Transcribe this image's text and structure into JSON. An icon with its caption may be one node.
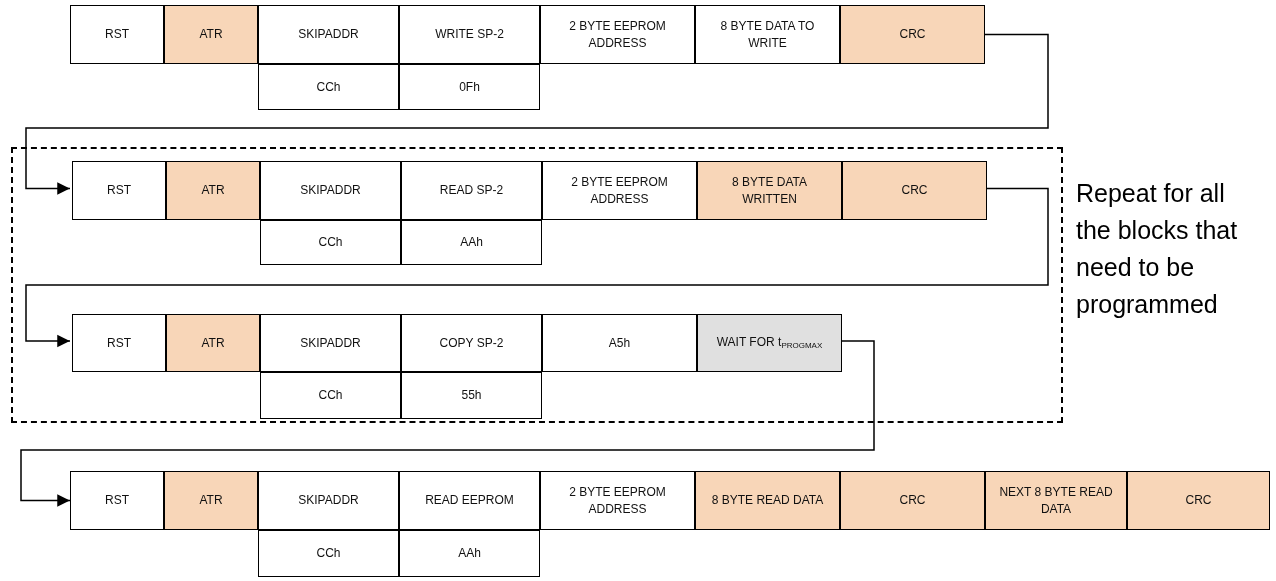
{
  "diagram": {
    "nodes": [
      {
        "text": [
          "RST"
        ]
      },
      {
        "text": [
          "ATR"
        ]
      },
      {
        "text": [
          "SKIPADDR"
        ]
      },
      {
        "text": [
          "WRITE SP-2"
        ]
      },
      {
        "text": [
          "2 BYTE EEPROM ADDRESS"
        ]
      },
      {
        "text": [
          "8 BYTE DATA TO WRITE"
        ]
      },
      {
        "text": [
          "CRC"
        ]
      },
      {
        "text": [
          "CCh"
        ]
      },
      {
        "text": [
          "0Fh"
        ]
      },
      {
        "text": [],
        "shape": "box",
        "beside": [
          "Repeat for all the blocks that need to be programmed"
        ]
      },
      {
        "text": [
          "RST"
        ],
        "in": 9
      },
      {
        "text": [
          "ATR"
        ],
        "in": 9
      },
      {
        "text": [
          "SKIPADDR"
        ],
        "in": 9
      },
      {
        "text": [
          "READ SP-2"
        ],
        "in": 9
      },
      {
        "text": [
          "2 BYTE EEPROM ADDRESS"
        ],
        "in": 9
      },
      {
        "text": [
          "8 BYTE DATA WRITTEN"
        ],
        "in": 9
      },
      {
        "text": [
          "CRC"
        ],
        "in": 9
      },
      {
        "text": [
          "CCh"
        ],
        "in": 9
      },
      {
        "text": [
          "AAh"
        ],
        "in": 9
      },
      {
        "text": [
          "RST"
        ],
        "in": 9
      },
      {
        "text": [
          "ATR"
        ],
        "in": 9
      },
      {
        "text": [
          "SKIPADDR"
        ],
        "in": 9
      },
      {
        "text": [
          "COPY SP-2"
        ],
        "in": 9
      },
      {
        "text": [
          "A5h"
        ],
        "in": 9
      },
      {
        "text": [
          "WAIT FOR t$_{PROGMAX}$"
        ],
        "in": 9
      },
      {
        "text": [
          "CCh"
        ],
        "in": 9
      },
      {
        "text": [
          "55h"
        ],
        "in": 9
      },
      {
        "text": [
          "RST"
        ]
      },
      {
        "text": [
          "ATR"
        ]
      },
      {
        "text": [
          "SKIPADDR"
        ]
      },
      {
        "text": [
          "READ EEPROM"
        ]
      },
      {
        "text": [
          "2 BYTE EEPROM ADDRESS"
        ]
      },
      {
        "text": [
          "8 BYTE READ DATA"
        ]
      },
      {
        "text": [
          "CRC"
        ]
      },
      {
        "text": [
          "NEXT 8 BYTE READ DATA"
        ]
      },
      {
        "text": [
          "CRC"
        ]
      },
      {
        "text": [
          "CCh"
        ]
      },
      {
        "text": [
          "AAh"
        ]
      }
    ],
    "edges": [
      {
        "from": 6,
        "to": 10,
        "arrow": "to"
      },
      {
        "from": 16,
        "to": 19,
        "arrow": "to"
      },
      {
        "from": 24,
        "to": 27,
        "arrow": "to"
      }
    ]
  }
}
